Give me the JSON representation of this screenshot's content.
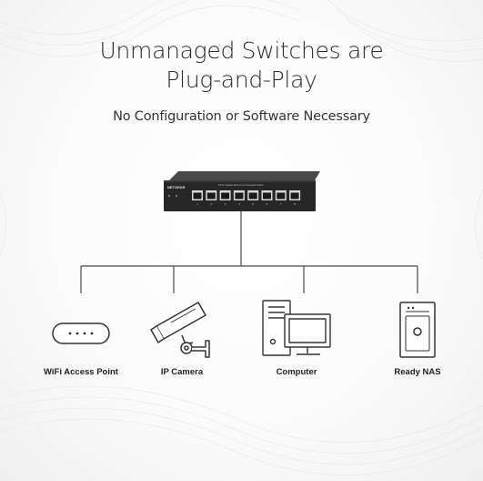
{
  "title_line1": "Unmanaged Switches are",
  "title_line2": "Plug-and-Play",
  "subtitle": "No Configuration or Software Necessary",
  "switch": {
    "brand": "NETGEAR",
    "model_text": "8-Port Gigabit Ethernet Unmanaged Switch",
    "port_numbers": [
      "1",
      "2",
      "3",
      "4",
      "5",
      "6",
      "7",
      "8"
    ]
  },
  "devices": [
    {
      "label": "WiFi Access Point",
      "icon": "wifi-access-point-icon"
    },
    {
      "label": "IP Camera",
      "icon": "ip-camera-icon"
    },
    {
      "label": "Computer",
      "icon": "computer-icon"
    },
    {
      "label": "Ready NAS",
      "icon": "nas-icon"
    }
  ],
  "colors": {
    "line": "#4a4a4a",
    "switch_body": "#2a2a2a",
    "text": "#2b2b2b"
  }
}
